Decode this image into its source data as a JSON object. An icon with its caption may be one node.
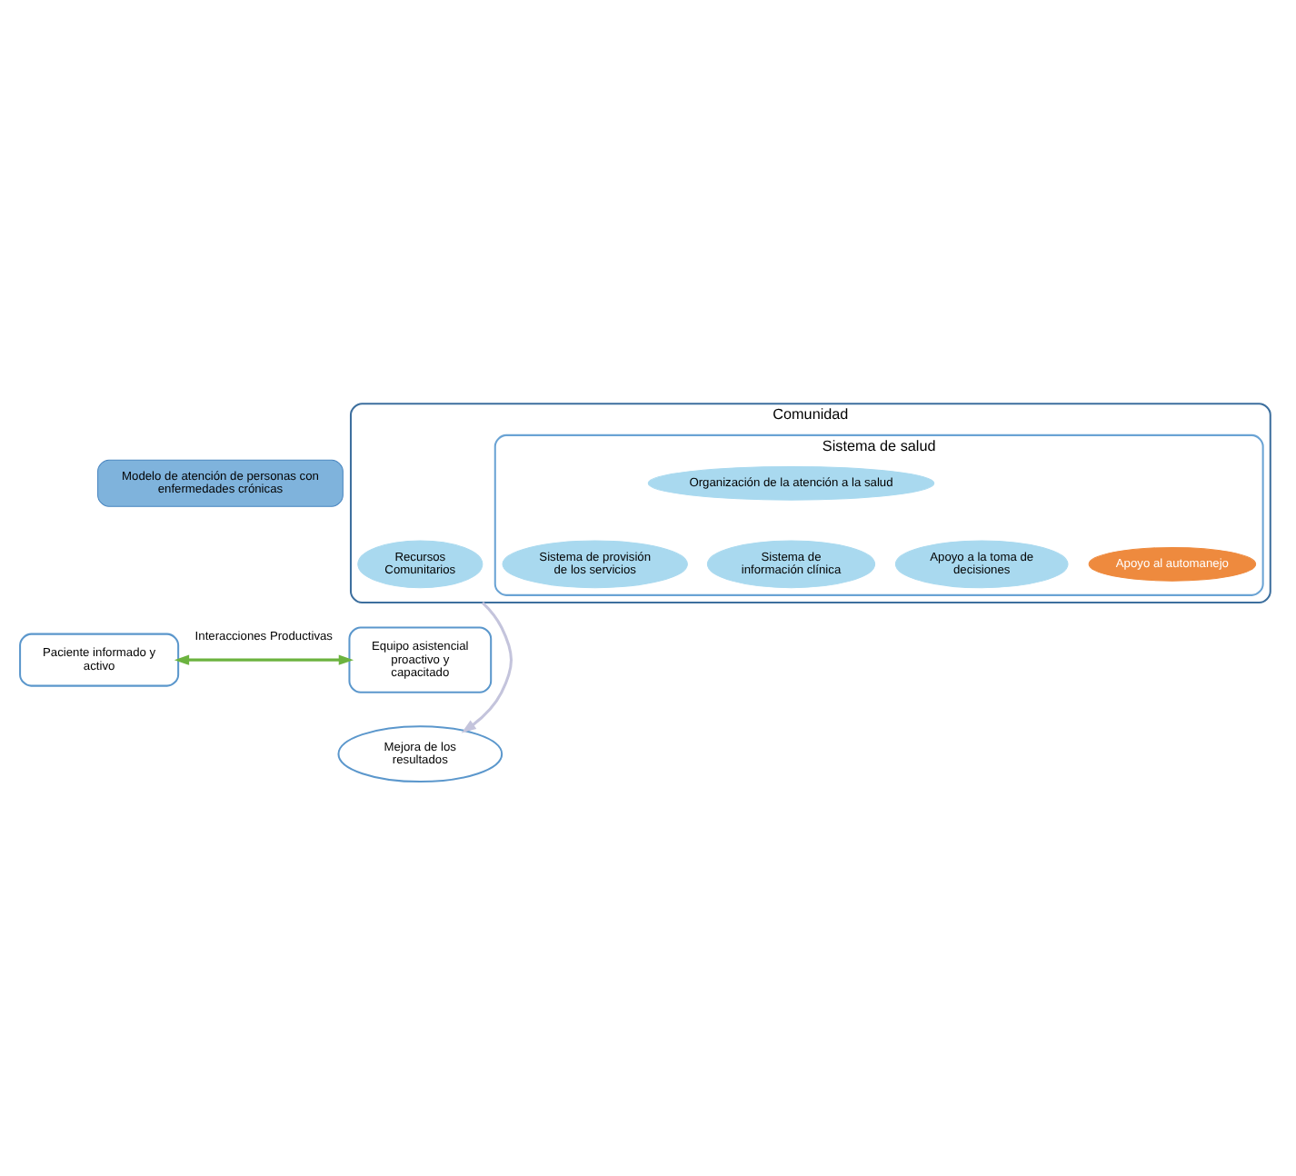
{
  "diagram": {
    "nodes": [
      {
        "text": [
          "Modelo de atención de personas con enfermedades crónicas"
        ]
      },
      {
        "text": [
          "Comunidad"
        ]
      },
      {
        "text": [
          "Recursos Comunitarios"
        ],
        "in": 1
      },
      {
        "text": [
          "Sistema de salud"
        ],
        "in": 1
      },
      {
        "text": [
          "Organización de la atención a la salud"
        ],
        "in": 3
      },
      {
        "text": [
          "Sistema de provisión de los servicios"
        ],
        "in": 3
      },
      {
        "text": [
          "Sistema de información clínica"
        ],
        "in": 3
      },
      {
        "text": [
          "Apoyo a la toma de decisiones"
        ],
        "in": 3
      },
      {
        "text": [
          "Apoyo al automanejo"
        ],
        "in": 3
      },
      {
        "text": [
          "Paciente informado y activo"
        ]
      },
      {
        "text": [
          "Equipo asistencial proactivo y capacitado"
        ]
      },
      {
        "text": [
          "Mejora de los resultados"
        ]
      }
    ],
    "edges": [
      {
        "from": 1,
        "to": 11,
        "arrow": "to",
        "color": "#c4c4dc"
      },
      {
        "from": 9,
        "to": 10,
        "label": "Interacciones Productivas",
        "arrow": "both",
        "color": "#6cb33f"
      }
    ]
  }
}
